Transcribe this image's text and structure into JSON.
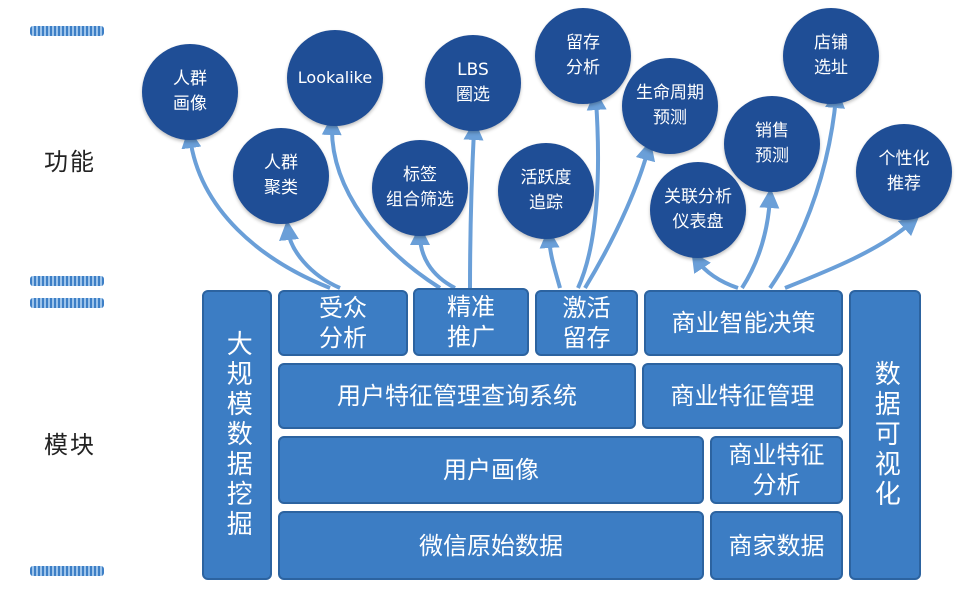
{
  "row_labels": {
    "function": "功能",
    "module": "模块"
  },
  "blocks": {
    "big_data_mining": "大规模数据挖掘",
    "audience_analysis": "受众\n分析",
    "precise_promotion": "精准\n推广",
    "activation_retention": "激活\n留存",
    "business_decision": "商业智能决策",
    "user_feature_system": "用户特征管理查询系统",
    "business_feature_mgmt": "商业特征管理",
    "user_profile": "用户画像",
    "business_feature_analysis": "商业特征\n分析",
    "wechat_raw_data": "微信原始数据",
    "merchant_data": "商家数据",
    "data_visualization": "数据可视化"
  },
  "functions": [
    {
      "id": "crowd-profile",
      "label": "人群\n画像"
    },
    {
      "id": "crowd-clustering",
      "label": "人群\n聚类"
    },
    {
      "id": "lookalike",
      "label": "Lookalike"
    },
    {
      "id": "tag-filter",
      "label": "标签\n组合筛选"
    },
    {
      "id": "lbs-select",
      "label": "LBS\n圈选"
    },
    {
      "id": "activity-tracking",
      "label": "活跃度\n追踪"
    },
    {
      "id": "retention-analysis",
      "label": "留存\n分析"
    },
    {
      "id": "lifecycle-prediction",
      "label": "生命周期\n预测"
    },
    {
      "id": "association-dashboard",
      "label": "关联分析\n仪表盘"
    },
    {
      "id": "sales-forecast",
      "label": "销售\n预测"
    },
    {
      "id": "store-location",
      "label": "店铺\n选址"
    },
    {
      "id": "personalized-recommendation",
      "label": "个性化\n推荐"
    }
  ],
  "colors": {
    "block": "#3c7dc4",
    "block_border": "#2c63a0",
    "circle": "#1f4e96",
    "arrow": "#6a9fd8"
  }
}
